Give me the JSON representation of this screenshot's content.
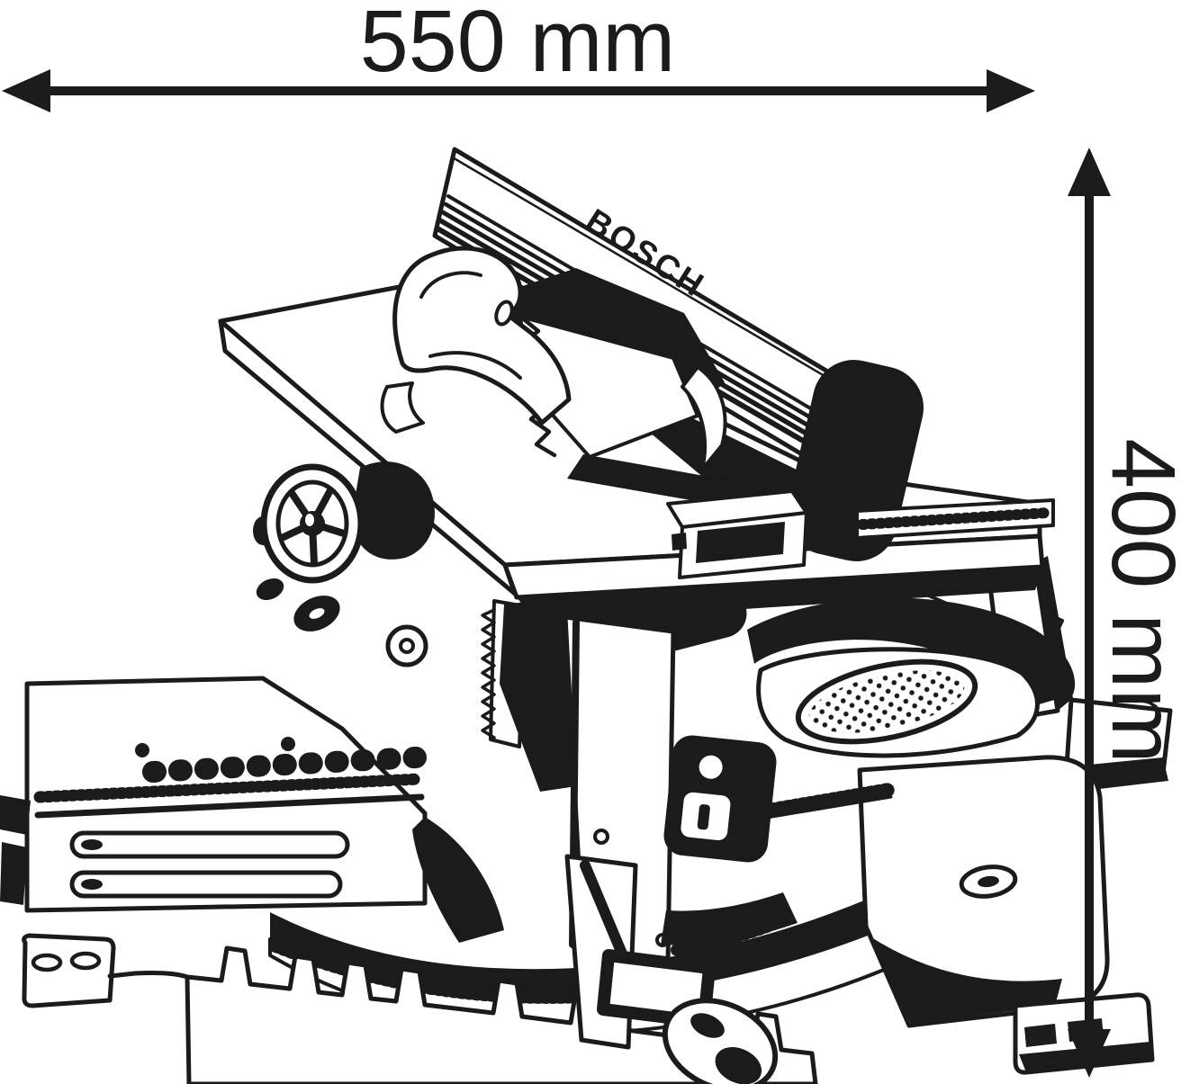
{
  "figure": {
    "subject": "combination-table-mitre-saw-line-drawing"
  },
  "product": {
    "brand": "BOSCH"
  },
  "dimensions": {
    "width_label": "550 mm",
    "height_label": "400 mm"
  },
  "colors": {
    "ink": "#1b1b1b",
    "background": "#ffffff"
  }
}
